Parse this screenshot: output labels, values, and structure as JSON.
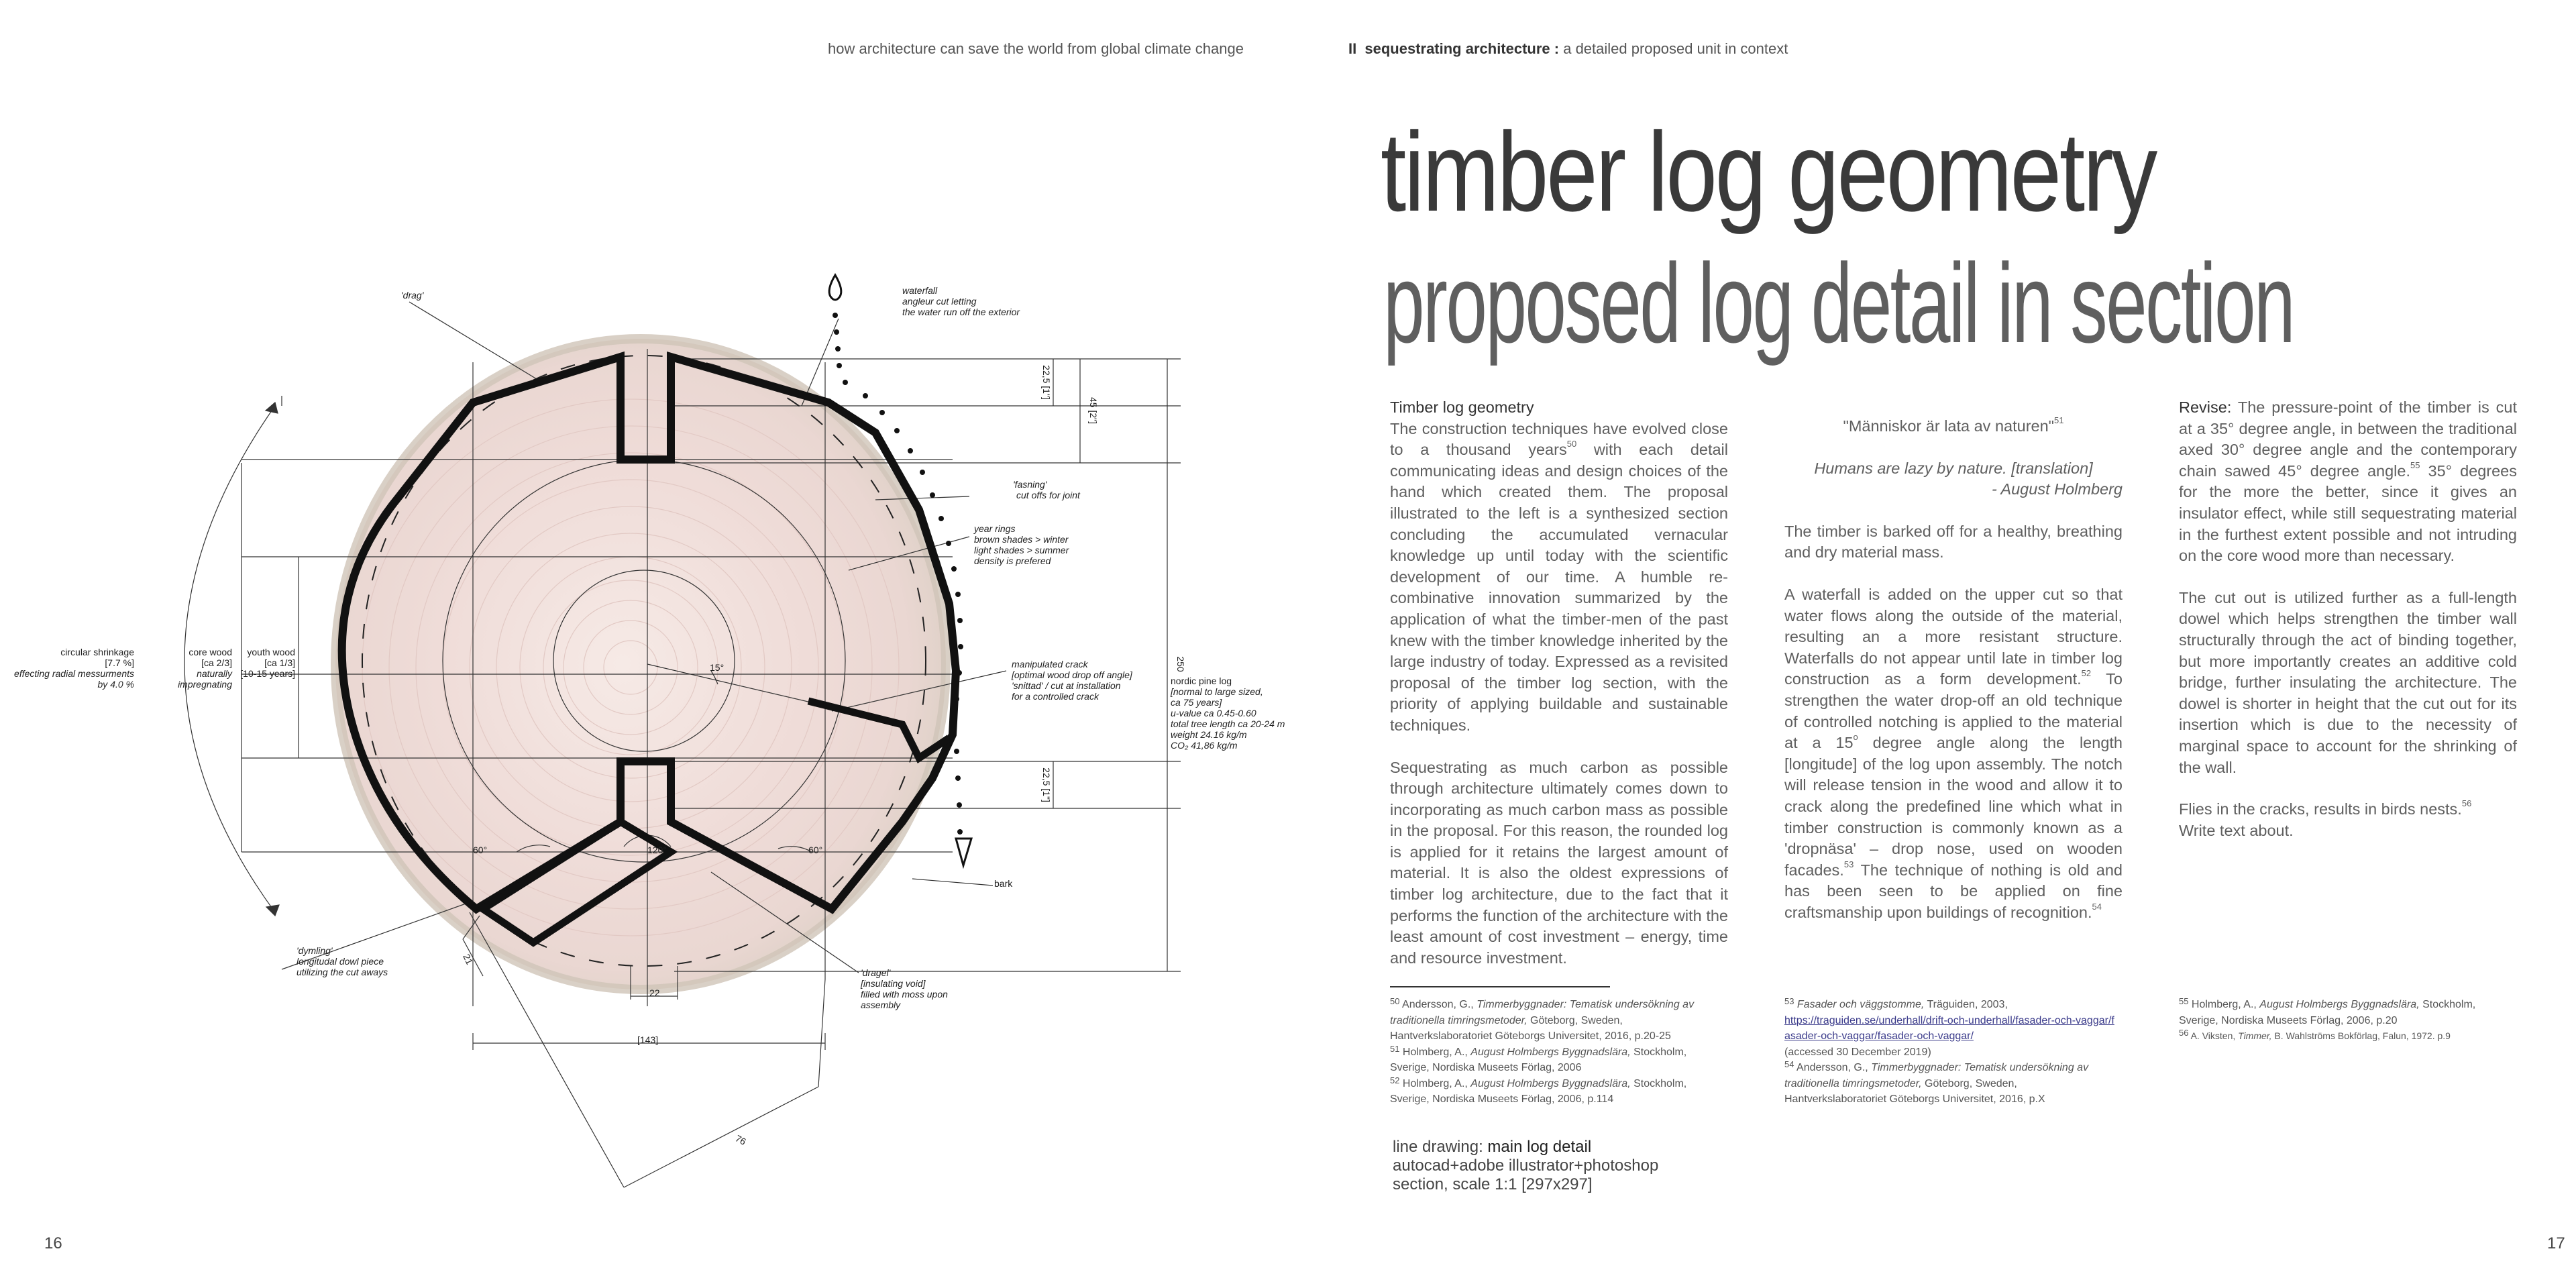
{
  "header": {
    "left": "how architecture can save the world from global climate change",
    "right_mark": "II",
    "right_bold": "sequestrating architecture :",
    "right_rest": " a detailed proposed unit in context"
  },
  "pages": {
    "left": "16",
    "right": "17"
  },
  "title": {
    "line1": "timber log geometry",
    "line2": "proposed log detail in section"
  },
  "col1": {
    "heading": "Timber log geometry",
    "p1a": "The construction techniques have evolved close to a thousand years",
    "p1sup": "50",
    "p1b": " with each detail communicating ideas and design choices of the hand which created them. The proposal illustrated to the left is a synthesized section concluding the accumulated vernacular knowledge up until today with the scientific development of our time. A humble re-combinative innovation summarized by the application of what the timber-men of the past knew with the timber knowledge inherited by the large industry of today. Expressed as a revisited proposal of the timber log section, with the priority of applying buildable and sustainable techniques.",
    "p2": "Sequestrating as much carbon as possible through architecture ultimately comes down to incorporating as much carbon mass as possible in the proposal. For this reason, the rounded log is applied for it retains the largest amount of material. It is also the oldest expressions of timber log architecture, due to the fact that it performs the function of the architecture with the least amount of cost investment – energy, time and resource investment."
  },
  "col2": {
    "quote": "\"Människor är lata av naturen\"",
    "quote_sup": "51",
    "translation": "Humans are lazy by nature. [translation]",
    "author": "-   August Holmberg",
    "p1": "The timber is barked off for a healthy, breathing and dry material mass.",
    "p2a": "A waterfall is added on the upper cut so that water flows along the outside of the material, resulting an a more resistant structure. Waterfalls do not appear until late in timber log construction as a form development.",
    "p2sup": "52",
    "p2b": " To strengthen the water drop-off an old technique of controlled notching is applied to the material at a 15",
    "p2deg": "o",
    "p2c": " degree angle along the length [longitude] of the log upon assembly. The notch will release tension in the wood and allow it to crack along the predefined line which what in timber construction is commonly known as a 'dropnäsa' – drop nose, used on wooden facades.",
    "p2sup2": "53",
    "p2d": " The technique of nothing is old and has been seen to be applied on fine craftsmanship upon buildings of recognition.",
    "p2sup3": "54"
  },
  "col3": {
    "revise_label": "Revise:",
    "p1": " The pressure-point of the timber is cut at a 35° degree angle, in between the traditional axed 30° degree angle and the contemporary chain sawed 45° degree angle.",
    "p1sup": "55",
    "p1b": " 35° degrees for the more the better, since it gives an insulator effect, while still sequestrating material in the furthest extent possible and not intruding on the core wood more than necessary.",
    "p2": "The cut out is utilized further as a full-length dowel which helps strengthen the timber wall structurally through the act of binding together, but more importantly creates an additive cold bridge, further insulating the architecture. The dowel is shorter in height that the cut out for its insertion which is due to the necessity of marginal space to account for the shrinking of the wall.",
    "p3": "Flies in the cracks, results in birds nests.",
    "p3sup": "56",
    "p4": " Write text about."
  },
  "footnotes": {
    "col1": [
      {
        "n": "50",
        "pre": " Andersson, G., ",
        "it": "Timmerbyggnader: Tematisk undersökning av traditionella timringsmetoder,",
        "post": " Göteborg, Sweden, Hantverkslaboratoriet Göteborgs Universitet, 2016, p.20-25"
      },
      {
        "n": "51",
        "pre": " Holmberg, A., ",
        "it": "August Holmbergs Byggnadslära,",
        "post": " Stockholm, Sverige, Nordiska Museets Förlag, 2006"
      },
      {
        "n": "52",
        "pre": " Holmberg, A., ",
        "it": "August Holmbergs Byggnadslära,",
        "post": " Stockholm, Sverige, Nordiska Museets Förlag, 2006, p.114"
      }
    ],
    "col2": {
      "f53_n": "53",
      "f53_it": " Fasader och väggstomme,",
      "f53_rest": " Träguiden, 2003,",
      "f53_link": "https://traguiden.se/underhall/drift-och-underhall/fasader-och-vaggar/fasader-och-vaggar/fasader-och-vaggar/",
      "f53_acc": "(accessed 30 December 2019)",
      "f54_n": "54",
      "f54_pre": " Andersson, G., ",
      "f54_it": "Timmerbyggnader: Tematisk undersökning av traditionella timringsmetoder,",
      "f54_post": " Göteborg, Sweden, Hantverkslaboratoriet Göteborgs Universitet, 2016, p.X"
    },
    "col3": [
      {
        "n": "55",
        "pre": " Holmberg, A., ",
        "it": "August Holmbergs Byggnadslära,",
        "post": " Stockholm, Sverige, Nordiska Museets Förlag, 2006, p.20"
      },
      {
        "n": "56",
        "pre": " A. Viksten, ",
        "it": "Timmer,",
        "post": " B. Wahlströms Bokförlag, Falun, 1972. p.9"
      }
    ]
  },
  "caption": {
    "line1a": "line drawing: ",
    "line1b": "main log detail",
    "line2": "autocad+adobe illustrator+photoshop",
    "line3": "section, scale 1:1 [297x297]"
  },
  "drawing": {
    "drag": "'drag'",
    "waterfall": "waterfall",
    "waterfall_d1": "angleur cut letting",
    "waterfall_d2": "the water run off the exterior",
    "fasning": "'fasning'",
    "fasning_d": "cut offs for joint",
    "year_rings": "year rings",
    "yr1": "brown shades > winter",
    "yr2": "light shades > summer",
    "yr3": "density is prefered",
    "crack": "manipulated crack",
    "crack1": "[optimal wood drop off angle]",
    "crack2": "'snittad' / cut at installation",
    "crack3": "for a controlled crack",
    "nordic": "nordic pine log",
    "nordic1": "[normal to large sized,",
    "nordic2": "ca 75 years]",
    "nordic3": "u-value ca 0.45-0.60",
    "nordic4": "total tree length ca 20-24 m",
    "nordic5": "weight 24.16 kg/m",
    "nordic6": "CO₂ 41,86 kg/m",
    "bark": "bark",
    "dragel": "'dragel'",
    "dragel1": "[insulating void]",
    "dragel2": "filled with moss upon",
    "dragel3": "assembly",
    "dymling": "'dymling'",
    "dymling1": "longitudal dowl piece",
    "dymling2": "utilizing the cut aways",
    "shrink1": "circular shrinkage",
    "shrink2": "[7.7 %]",
    "shrink3": "effecting radial messurments",
    "shrink4": "by 4.0 %",
    "core1": "core wood",
    "core2": "[ca 2/3]",
    "core3": "naturally",
    "core4": "impregnating",
    "youth1": "youth wood",
    "youth2": "[ca 1/3]",
    "youth3": "[10-15 years]",
    "dim_225a": "22,5 [1\"]",
    "dim_45": "45 [2\"]",
    "dim_250": "250",
    "dim_225b": "22,5 [1\"]",
    "ang15": "15°",
    "ang60a": "60°",
    "ang120": "120°",
    "ang60b": "60°",
    "dim_22": "22",
    "dim_143": "[143]",
    "dim_76": "76",
    "dim_21": "21"
  }
}
